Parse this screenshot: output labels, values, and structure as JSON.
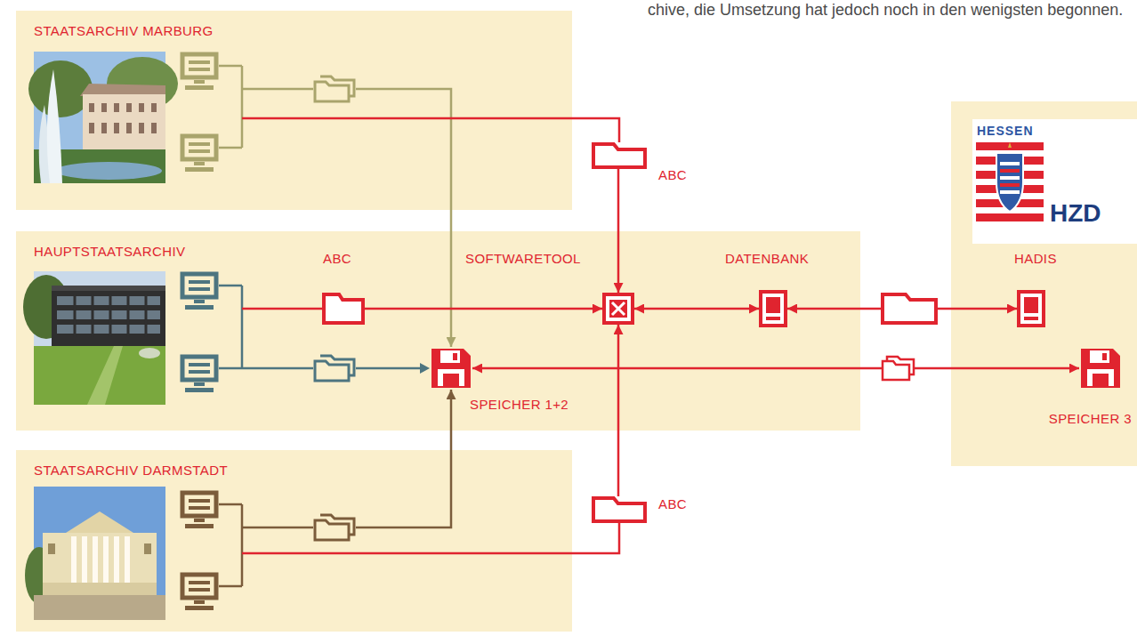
{
  "diagram": {
    "nodes": [
      {
        "text": [
          "STAATSARCHIV MARBURG"
        ]
      },
      {
        "text": [
          "ABC"
        ]
      },
      {
        "text": [
          "HAUPTSTAATSARCHIV"
        ]
      },
      {
        "text": [
          "ABC"
        ],
        "in": 2
      },
      {
        "text": [
          "SOFTWARETOOL"
        ],
        "in": 2
      },
      {
        "text": [
          "DATENBANK"
        ],
        "in": 2
      },
      {
        "text": [
          "SPEICHER 1+2"
        ],
        "in": 2
      },
      {
        "text": [
          "HESSEN",
          "HZD"
        ]
      },
      {
        "text": [
          "HADIS"
        ],
        "in": 7
      },
      {
        "text": [
          "SPEICHER 3"
        ],
        "in": 7
      },
      {
        "text": [
          "STAATSARCHIV DARMSTADT"
        ]
      },
      {
        "text": [
          "ABC"
        ]
      }
    ],
    "edges": [
      {
        "from": 0,
        "to": 1,
        "arrow": "none"
      },
      {
        "from": 1,
        "to": 4,
        "arrow": "to"
      },
      {
        "from": 0,
        "to": 6,
        "arrow": "to"
      },
      {
        "from": 3,
        "to": 4,
        "arrow": "to"
      },
      {
        "from": 4,
        "to": 5,
        "arrow": "both"
      },
      {
        "from": 5,
        "to": 8,
        "arrow": "both"
      },
      {
        "from": 6,
        "to": 9,
        "arrow": "both"
      },
      {
        "from": 10,
        "to": 6,
        "arrow": "to"
      },
      {
        "from": 10,
        "to": 11,
        "arrow": "none"
      },
      {
        "from": 11,
        "to": 4,
        "arrow": "to"
      }
    ],
    "labels": [
      "chive, die Umsetzung hat jedoch noch in den wenigsten begonnen."
    ]
  }
}
